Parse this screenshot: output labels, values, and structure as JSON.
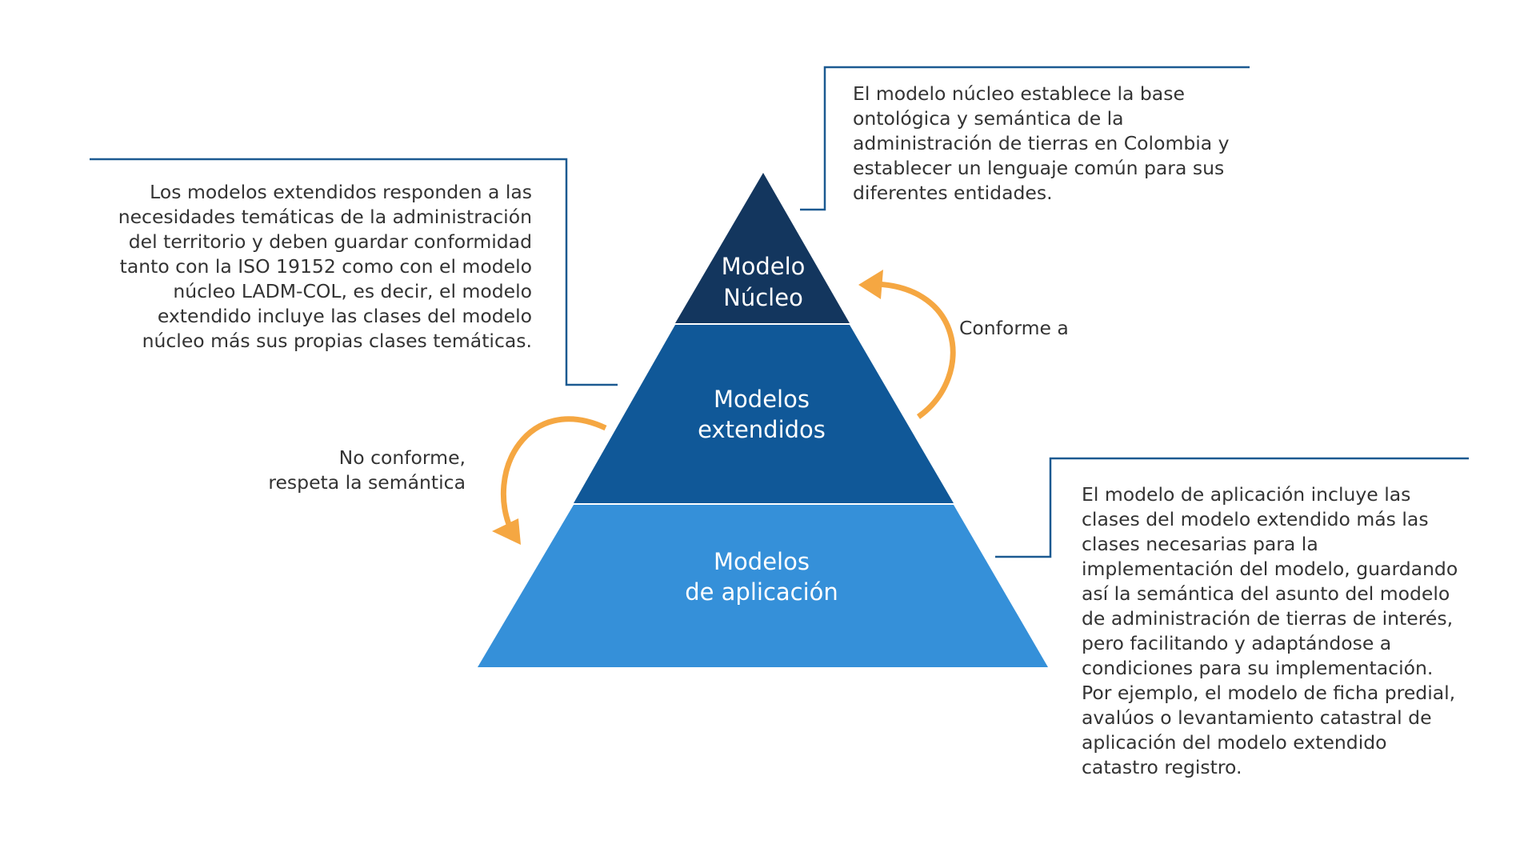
{
  "colors": {
    "tier_core": "#13365e",
    "tier_extended": "#105898",
    "tier_application": "#3590d9",
    "connector_line": "#1c5a91",
    "arrow": "#f5a742"
  },
  "pyramid": {
    "core": {
      "line1": "Modelo",
      "line2": "Núcleo"
    },
    "extended": {
      "line1": "Modelos",
      "line2": "extendidos"
    },
    "application": {
      "line1": "Modelos",
      "line2": "de aplicación"
    }
  },
  "notes": {
    "extended": [
      "Los modelos extendidos responden a las",
      "necesidades temáticas de la administración",
      "del territorio y deben guardar conformidad",
      "tanto con la ISO 19152 como con el modelo",
      "núcleo LADM-COL, es decir, el modelo",
      "extendido incluye las clases del modelo",
      "núcleo más sus propias clases temáticas."
    ],
    "core": [
      "El modelo núcleo establece la base",
      "ontológica y semántica de la",
      "administración de tierras en Colombia y",
      "establecer un lenguaje común para sus",
      "diferentes entidades."
    ],
    "application": [
      "El modelo de aplicación incluye las",
      "clases del modelo extendido más las",
      "clases necesarias para la",
      "implementación del modelo, guardando",
      "así la semántica del asunto del modelo",
      "de administración de tierras de interés,",
      "pero facilitando y adaptándose a",
      "condiciones para su implementación.",
      "Por ejemplo, el modelo de ficha predial,",
      "avalúos o levantamiento catastral de",
      "aplicación del modelo extendido",
      "catastro registro."
    ]
  },
  "arrows": {
    "conforme": "Conforme a",
    "no_conforme": [
      "No conforme,",
      "respeta la semántica"
    ]
  }
}
